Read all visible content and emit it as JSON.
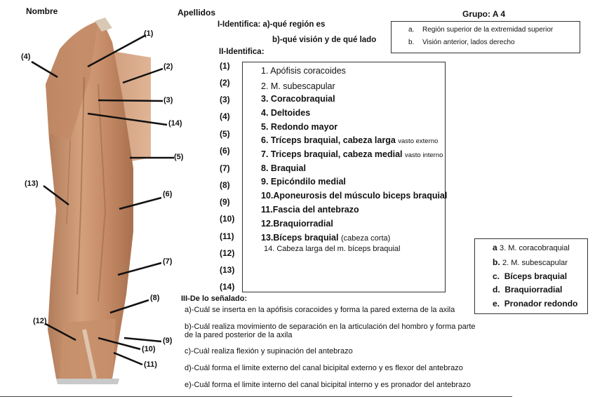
{
  "header": {
    "name_label": "Nombre",
    "surname_label": "Apellidos",
    "group_label": "Grupo: A 4"
  },
  "section1": {
    "title_a": "I-Identifica: a)-qué región es",
    "title_b": "b)-qué visión y de qué lado",
    "answers": [
      {
        "letter": "a.",
        "text": "Región superior de la extremidad superior"
      },
      {
        "letter": "b.",
        "text": "Visión anterior, lados derecho"
      }
    ]
  },
  "section2": {
    "title": "II-Identifica:",
    "numbers": [
      "(1)",
      "(2)",
      "(3)",
      "(4)",
      "(5)",
      "(6)",
      "(7)",
      "(8)",
      "(9)",
      "(10)",
      "(11)",
      "(12)",
      "(13)",
      "(14)"
    ],
    "answers": [
      {
        "label": "1.",
        "text": "Apófisis coracoides",
        "note": ""
      },
      {
        "label": "2.",
        "text": "M. subescapular",
        "note": ""
      },
      {
        "label": "3.",
        "text": "Coracobraquial",
        "note": ""
      },
      {
        "label": "4.",
        "text": "Deltoides",
        "note": ""
      },
      {
        "label": "5.",
        "text": "Redondo mayor",
        "note": ""
      },
      {
        "label": "6.",
        "text": "Tríceps braquial, cabeza larga",
        "note": "vasto externo"
      },
      {
        "label": "7.",
        "text": "Triceps braquial, cabeza medial",
        "note": "vasto interno"
      },
      {
        "label": "8.",
        "text": "Braquial",
        "note": ""
      },
      {
        "label": "9.",
        "text": "Epicóndilo medial",
        "note": ""
      },
      {
        "label": "10.",
        "text": "Aponeurosis del músculo biceps braquial",
        "note": ""
      },
      {
        "label": "11.",
        "text": "Fascia del antebrazo",
        "note": ""
      },
      {
        "label": "12.",
        "text": "Braquiorradial",
        "note": ""
      },
      {
        "label": "13.",
        "text": "Bíceps braquial",
        "note": "(cabeza corta)"
      },
      {
        "label": "14.",
        "text": "Cabeza larga del m. bíceps braquial",
        "note": ""
      }
    ]
  },
  "figure": {
    "callouts": [
      "(1)",
      "(2)",
      "(3)",
      "(4)",
      "(14)",
      "(5)",
      "(13)",
      "(6)",
      "(7)",
      "(8)",
      "(12)",
      "(9)",
      "(10)",
      "(11)"
    ]
  },
  "section3": {
    "title": "III-De lo señalado:",
    "questions": [
      "a)-Cuál se inserta en la apófisis coracoides y forma la pared externa de la axila",
      "b)-Cuál realiza movimiento de separación en la articulación del hombro y forma parte",
      "de la pared posterior de la axila",
      "c)-Cuál realiza flexión y supinación del antebrazo",
      "d)-Cuál  forma el limite externo del canal bicipital externo y es flexor del antebrazo",
      "e)-Cuál  forma el limite interno del canal bicipital interno y es pronador del antebrazo"
    ],
    "answers": [
      {
        "letter": "a",
        "text": "3. M. coracobraquial"
      },
      {
        "letter": "b.",
        "text": "2. M. subescapular"
      },
      {
        "letter": "c.",
        "text": "Bíceps braquial"
      },
      {
        "letter": "d.",
        "text": "Braquiorradial"
      },
      {
        "letter": "e.",
        "text": "Pronador redondo"
      }
    ]
  }
}
